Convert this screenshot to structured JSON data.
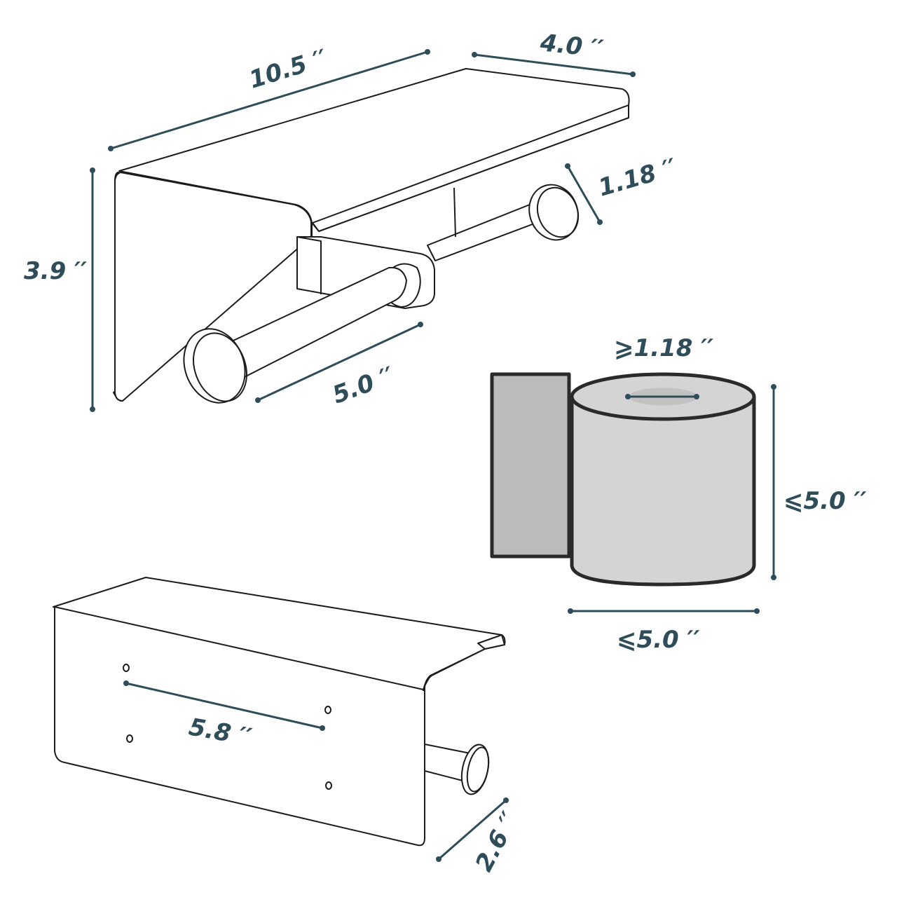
{
  "colors": {
    "dimension": "#2f4c59",
    "outline": "#1c1c1c",
    "roll_body": "#d4d4d4",
    "roll_sheet": "#bcbcbc",
    "roll_core": "#c2c2c2"
  },
  "dimensions": {
    "holder_length": "10.5 ′′",
    "holder_depth": "4.0 ′′",
    "holder_height": "3.9 ′′",
    "rod_diameter": "1.18 ′′",
    "rod_length": "5.0 ′′",
    "roll_core_min": "⩾1.18 ′′",
    "roll_height_max": "⩽5.0 ′′",
    "roll_width_max": "⩽5.0 ′′",
    "hole_spacing": "5.8 ′′",
    "rod_projection": "2.6 ′′"
  }
}
